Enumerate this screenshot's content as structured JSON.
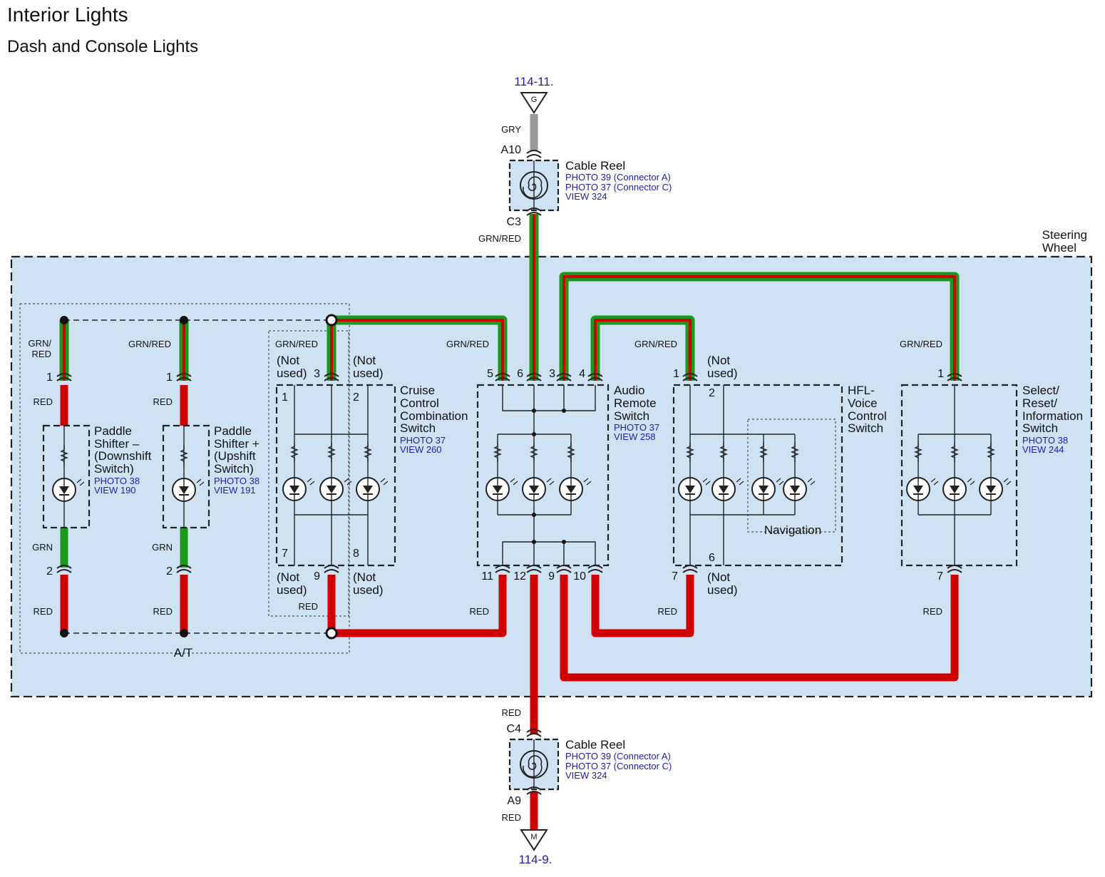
{
  "header": {
    "title": "Interior Lights",
    "subtitle": "Dash and Console Lights"
  },
  "connectors": {
    "top_link": "114-11.",
    "top_ground": "G",
    "bottom_link": "114-9.",
    "bottom_ground": "M"
  },
  "wires": {
    "gry": "GRY",
    "grn_red": "GRN/RED",
    "grn_red_split_1": "GRN/",
    "grn_red_split_2": "RED",
    "red": "RED",
    "grn": "GRN"
  },
  "cable_reel_top": {
    "name": "Cable Reel",
    "ref1": "PHOTO 39 (Connector A)",
    "ref2": "PHOTO 37 (Connector C)",
    "ref3": "VIEW 324",
    "pin_top": "A10",
    "pin_bottom": "C3"
  },
  "cable_reel_bottom": {
    "name": "Cable Reel",
    "ref1": "PHOTO 39 (Connector A)",
    "ref2": "PHOTO 37 (Connector C)",
    "ref3": "VIEW 324",
    "pin_top": "C4",
    "pin_bottom": "A9"
  },
  "steering_wheel": {
    "line1": "Steering",
    "line2": "Wheel"
  },
  "at_label": "A/T",
  "paddle_down": {
    "l1": "Paddle",
    "l2": "Shifter –",
    "l3": "(Downshift",
    "l4": "Switch)",
    "ref1": "PHOTO 38",
    "ref2": "VIEW 190",
    "pin_top": "1",
    "pin_bottom": "2"
  },
  "paddle_up": {
    "l1": "Paddle",
    "l2": "Shifter +",
    "l3": "(Upshift",
    "l4": "Switch)",
    "ref1": "PHOTO 38",
    "ref2": "VIEW 191",
    "pin_top": "1",
    "pin_bottom": "2"
  },
  "cruise": {
    "l1": "Cruise",
    "l2": "Control",
    "l3": "Combination",
    "l4": "Switch",
    "ref1": "PHOTO 37",
    "ref2": "VIEW 260",
    "p1": "1",
    "p2": "2",
    "p3": "3",
    "p7": "7",
    "p8": "8",
    "p9": "9",
    "not1": "(Not",
    "not2": "used)"
  },
  "audio": {
    "l1": "Audio",
    "l2": "Remote",
    "l3": "Switch",
    "ref1": "PHOTO 37",
    "ref2": "VIEW 258",
    "p5": "5",
    "p6": "6",
    "p3": "3",
    "p4": "4",
    "p11": "11",
    "p12": "12",
    "p9": "9",
    "p10": "10"
  },
  "hfl": {
    "l1": "HFL-",
    "l2": "Voice",
    "l3": "Control",
    "l4": "Switch",
    "nav": "Navigation",
    "p1": "1",
    "p2": "2",
    "p6": "6",
    "p7": "7",
    "not1": "(Not",
    "not2": "used)"
  },
  "select": {
    "l1": "Select/",
    "l2": "Reset/",
    "l3": "Information",
    "l4": "Switch",
    "ref1": "PHOTO 38",
    "ref2": "VIEW 244",
    "p1": "1",
    "p7": "7"
  },
  "colors": {
    "grn": "#1a9a1a",
    "red": "#d00000",
    "gry": "#9a9a9a",
    "panel": "#cfe2f3",
    "link": "#1d1da8"
  }
}
